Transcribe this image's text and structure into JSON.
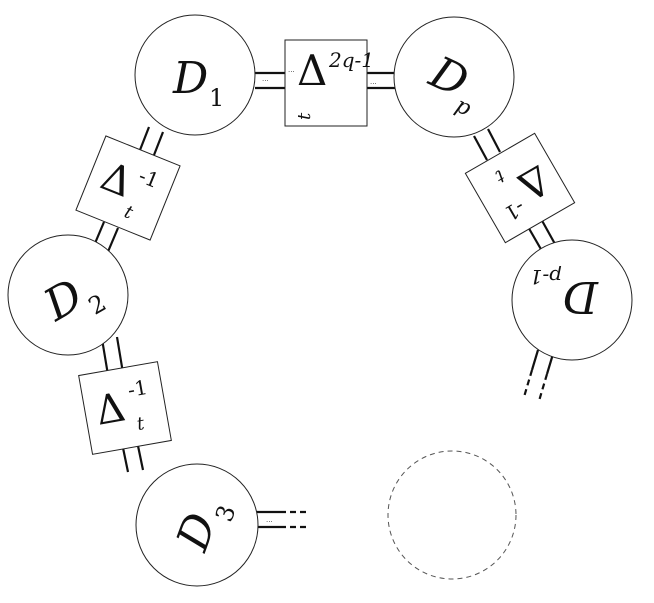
{
  "diagram": {
    "discs": [
      {
        "id": "d1",
        "main": "D",
        "sub": "1"
      },
      {
        "id": "d2",
        "main": "D",
        "sub": "2"
      },
      {
        "id": "d3",
        "main": "D",
        "sub": "3"
      },
      {
        "id": "dp",
        "main": "D",
        "sub": "p"
      },
      {
        "id": "dp1",
        "main": "D",
        "sub": "p-1"
      }
    ],
    "boxes": [
      {
        "id": "top",
        "main": "Δ",
        "sup": "2q-1",
        "sub": "t"
      },
      {
        "id": "left1",
        "main": "Δ",
        "sup": "-1",
        "sub": "t"
      },
      {
        "id": "left2",
        "main": "Δ",
        "sup": "-1",
        "sub": "t"
      },
      {
        "id": "right1",
        "main": "Δ",
        "sup": "-1",
        "sub": "t"
      }
    ],
    "ellipsis": "..."
  }
}
